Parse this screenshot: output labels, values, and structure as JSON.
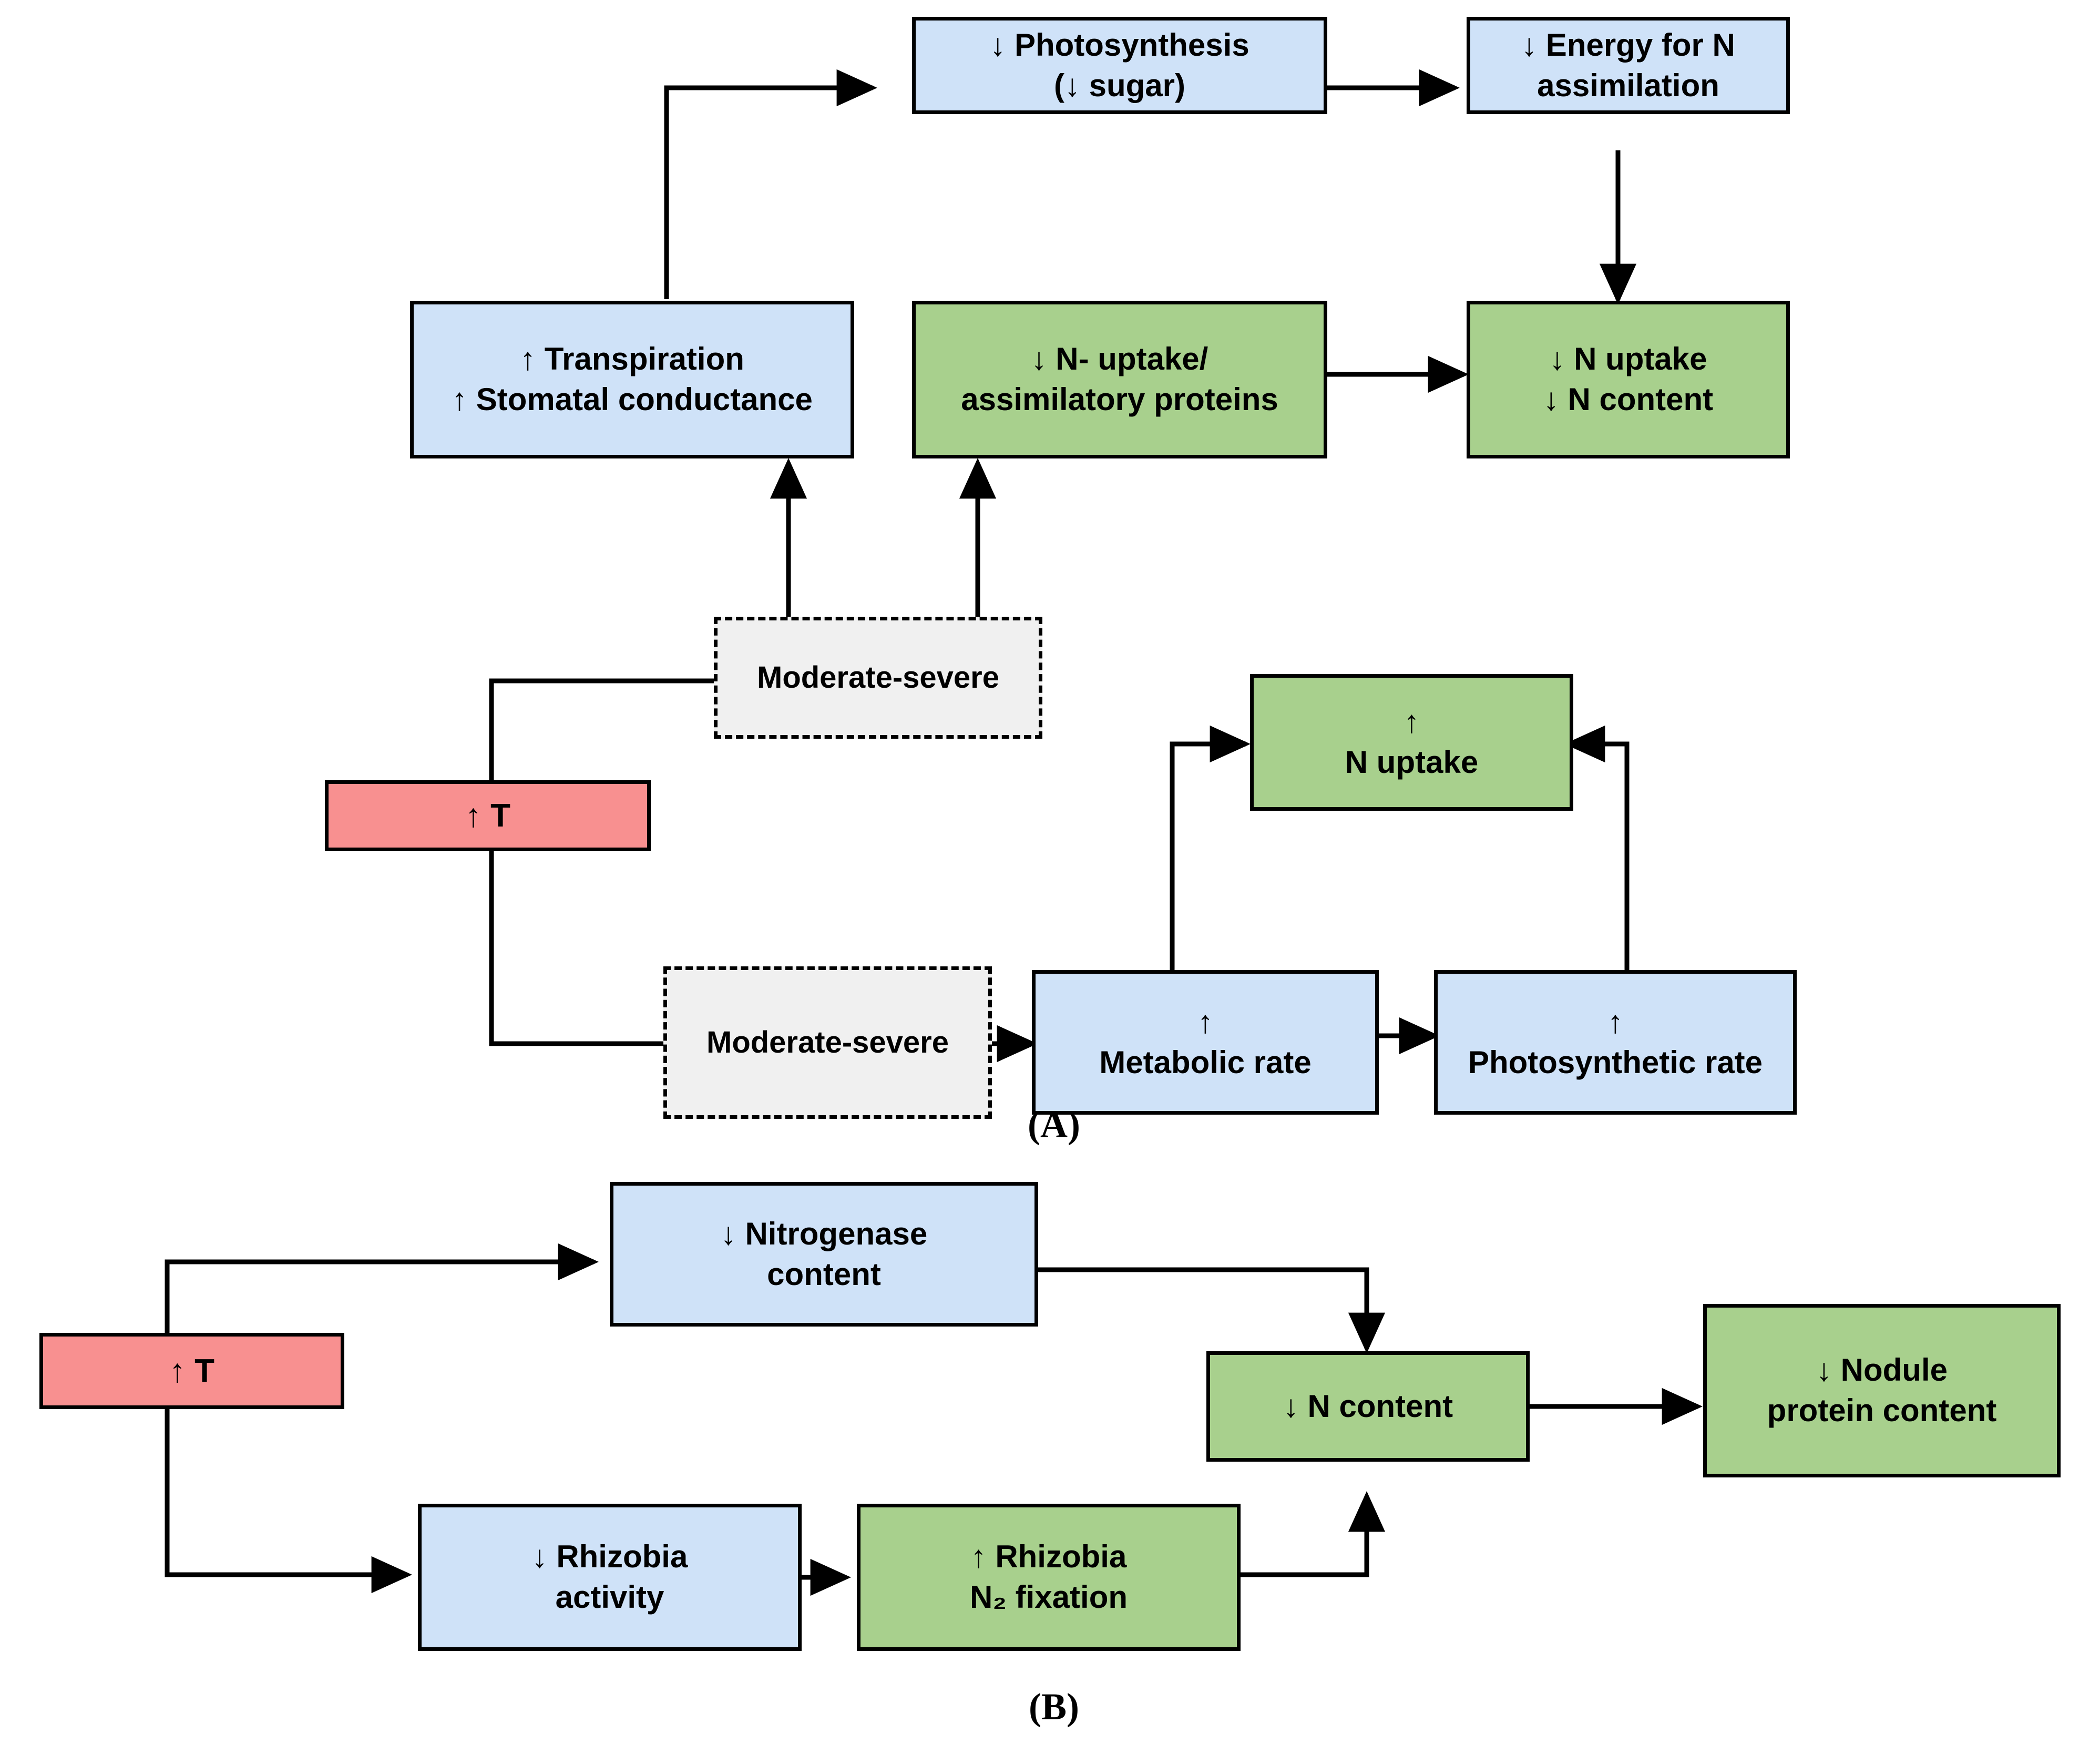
{
  "figure": {
    "panels": [
      {
        "id": "A",
        "label": "(A)"
      },
      {
        "id": "B",
        "label": "(B)"
      }
    ],
    "colors": {
      "blue_box": "#cfe2f8",
      "green_box": "#a8d08d",
      "red_box": "#f89090",
      "dashed_box": "#f0f0f0",
      "stroke": "#000000"
    }
  },
  "panelA": {
    "nodes": {
      "photosynthesis": {
        "text": "↓ Photosynthesis\n(↓  sugar)",
        "color": "blue"
      },
      "energy_n_assim": {
        "text": "↓ Energy for N\nassimilation",
        "color": "blue"
      },
      "transpiration": {
        "text": "↑ Transpiration\n↑ Stomatal conductance",
        "color": "blue"
      },
      "n_uptake_proteins": {
        "text": "↓ N- uptake/\nassimilatory proteins",
        "color": "green"
      },
      "n_uptake_content_down": {
        "text": "↓ N uptake\n↓ N content",
        "color": "green"
      },
      "moderate_severe_top": {
        "text": "Moderate-severe",
        "color": "dashed"
      },
      "temp_up": {
        "text": "↑ T",
        "color": "red"
      },
      "n_uptake_up": {
        "text": "↑\nN uptake",
        "color": "green"
      },
      "moderate_severe_bottom": {
        "text": "Moderate-severe",
        "color": "dashed"
      },
      "metabolic_rate": {
        "text": "↑\nMetabolic rate",
        "color": "blue"
      },
      "photosynthetic_rate": {
        "text": "↑\nPhotosynthetic rate",
        "color": "blue"
      }
    },
    "edges": [
      {
        "from": "transpiration",
        "to": "photosynthesis"
      },
      {
        "from": "photosynthesis",
        "to": "energy_n_assim"
      },
      {
        "from": "energy_n_assim",
        "to": "n_uptake_content_down"
      },
      {
        "from": "n_uptake_proteins",
        "to": "n_uptake_content_down"
      },
      {
        "from": "moderate_severe_top",
        "to": "transpiration"
      },
      {
        "from": "moderate_severe_top",
        "to": "n_uptake_proteins"
      },
      {
        "from": "temp_up",
        "to": "moderate_severe_top"
      },
      {
        "from": "temp_up",
        "to": "moderate_severe_bottom"
      },
      {
        "from": "moderate_severe_bottom",
        "to": "metabolic_rate"
      },
      {
        "from": "metabolic_rate",
        "to": "n_uptake_up"
      },
      {
        "from": "metabolic_rate",
        "to": "photosynthetic_rate"
      },
      {
        "from": "photosynthetic_rate",
        "to": "n_uptake_up"
      }
    ]
  },
  "panelB": {
    "nodes": {
      "nitrogenase": {
        "text": "↓ Nitrogenase\ncontent",
        "color": "blue"
      },
      "temp_up": {
        "text": "↑ T",
        "color": "red"
      },
      "rhizobia_activity": {
        "text": "↓ Rhizobia\nactivity",
        "color": "blue"
      },
      "rhizobia_fixation": {
        "text": "↑ Rhizobia\nN₂ fixation",
        "color": "green"
      },
      "n_content": {
        "text": "↓ N content",
        "color": "green"
      },
      "nodule_protein": {
        "text": "↓ Nodule\nprotein content",
        "color": "green"
      }
    },
    "edges": [
      {
        "from": "temp_up",
        "to": "nitrogenase"
      },
      {
        "from": "temp_up",
        "to": "rhizobia_activity"
      },
      {
        "from": "nitrogenase",
        "to": "n_content"
      },
      {
        "from": "rhizobia_activity",
        "to": "rhizobia_fixation"
      },
      {
        "from": "rhizobia_fixation",
        "to": "n_content"
      },
      {
        "from": "n_content",
        "to": "nodule_protein"
      }
    ]
  }
}
